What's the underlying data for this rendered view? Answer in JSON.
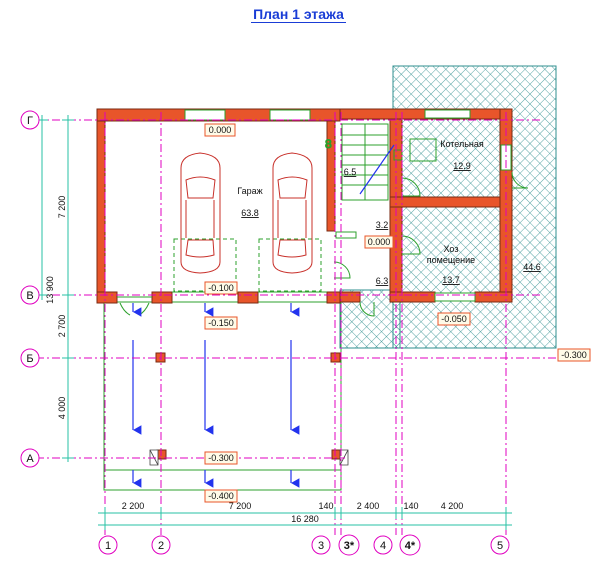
{
  "title": "План 1 этажа",
  "rooms": {
    "garage": {
      "name": "Гараж",
      "area": "63.8"
    },
    "stair": {
      "area": "6.5"
    },
    "boiler": {
      "name": "Котельная",
      "area": "12.9"
    },
    "hall": {
      "area": "3.2"
    },
    "storage": {
      "name": "Хоз помещение",
      "area": "13.7"
    },
    "vestibule": {
      "area": "6.3"
    },
    "terrace": {
      "area": "44.6"
    }
  },
  "levels": {
    "garage_floor": "0.000",
    "hall_floor": "0.000",
    "gate_sill": "-0.100",
    "apron": "-0.150",
    "storage_sill": "-0.050",
    "terrace_edge": "-0.300",
    "axis_a": "-0.300",
    "bottom": "-0.400"
  },
  "axes_vertical": [
    "1",
    "2",
    "3",
    "3*",
    "4",
    "4*",
    "5"
  ],
  "axes_horizontal": [
    "Г",
    "В",
    "Б",
    "А"
  ],
  "dims_horizontal": [
    "2 200",
    "7 200",
    "140",
    "2 400",
    "140",
    "4 200"
  ],
  "dims_total_horizontal": "16 280",
  "dims_vertical": [
    "7 200",
    "2 700",
    "4 000"
  ],
  "dims_total_vertical": "13 900",
  "colors": {
    "title": "#1a3dd6",
    "wall": "#e8552a",
    "axis": "#e000c0",
    "dim": "#27c2a4",
    "hatch": "#2f8f8f",
    "arrow": "#2233ee"
  }
}
